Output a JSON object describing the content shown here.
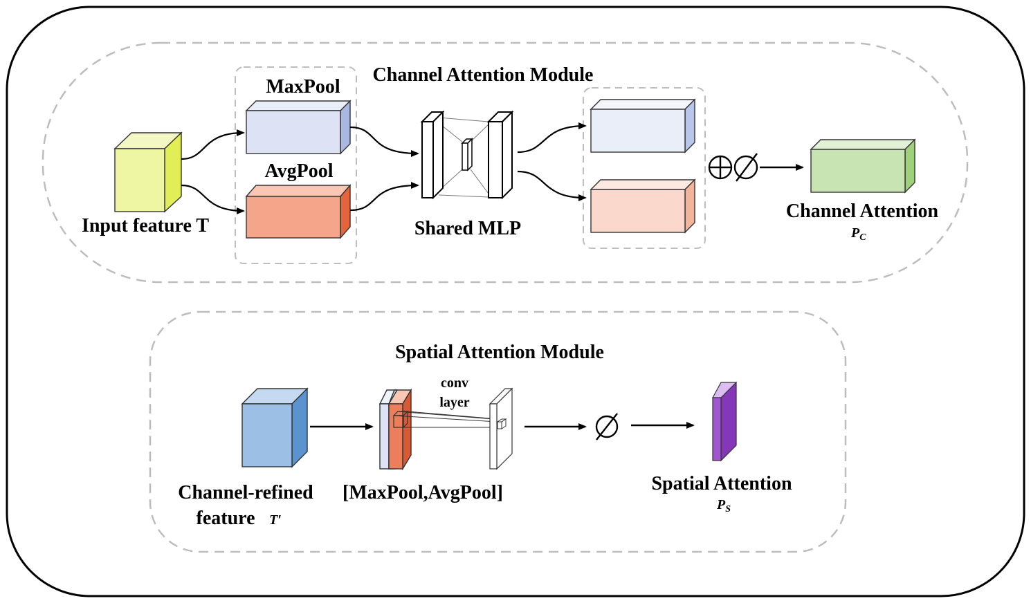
{
  "channel_module": {
    "title": "Channel Attention Module",
    "input_label": "Input feature T",
    "maxpool_label": "MaxPool",
    "avgpool_label": "AvgPool",
    "mlp_label": "Shared MLP",
    "operators": "⊕∅",
    "output_label": "Channel Attention",
    "output_symbol": "P",
    "output_subscript": "C"
  },
  "spatial_module": {
    "title": "Spatial Attention Module",
    "input_label_line1": "Channel-refined",
    "input_label_line2": "feature",
    "input_symbol": "T′",
    "pool_label": "[MaxPool,AvgPool]",
    "conv_label_line1": "conv",
    "conv_label_line2": "layer",
    "operator": "∅",
    "output_label": "Spatial Attention",
    "output_symbol": "P",
    "output_subscript": "S"
  },
  "colors": {
    "input_cube": "#eef5a3",
    "maxpool_box": "#dde3f5",
    "avgpool_box": "#f4a58a",
    "mlp_out_top": "#e9eef9",
    "mlp_out_bottom": "#fad9cc",
    "channel_out": "#c8e4b3",
    "refined_cube": "#9cc0e5",
    "pool_front": "#ec7e5c",
    "spatial_out": "#a056cf"
  }
}
